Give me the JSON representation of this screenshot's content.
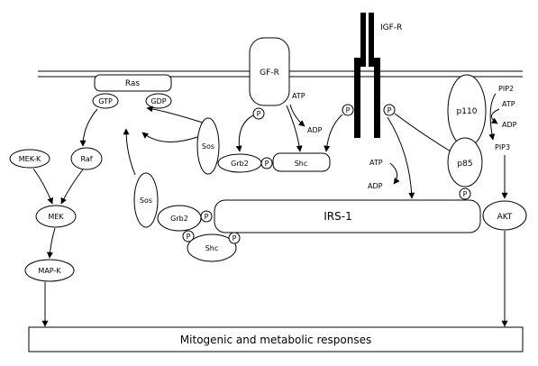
{
  "labels": {
    "igf_r": "IGF-R",
    "gf_r": "GF-R",
    "ras": "Ras",
    "gtp": "GTP",
    "gdp": "GDP",
    "sos_upper": "Sos",
    "sos_lower": "Sos",
    "grb2_upper": "Grb2",
    "grb2_lower": "Grb2",
    "shc_upper": "Shc",
    "shc_lower": "Shc",
    "mek_k": "MEK-K",
    "raf": "Raf",
    "mek": "MEK",
    "map_k": "MAP-K",
    "irs1": "IRS-1",
    "p110": "p110",
    "p85": "p85",
    "akt": "AKT",
    "pip2": "PIP2",
    "pip3": "PIP3",
    "atp_grf": "ATP",
    "adp_grf": "ADP",
    "atp_igf": "ATP",
    "adp_igf": "ADP",
    "atp_pi3k": "ATP",
    "adp_pi3k": "ADP",
    "phospho": "P",
    "responses": "Mitogenic and metabolic responses"
  }
}
